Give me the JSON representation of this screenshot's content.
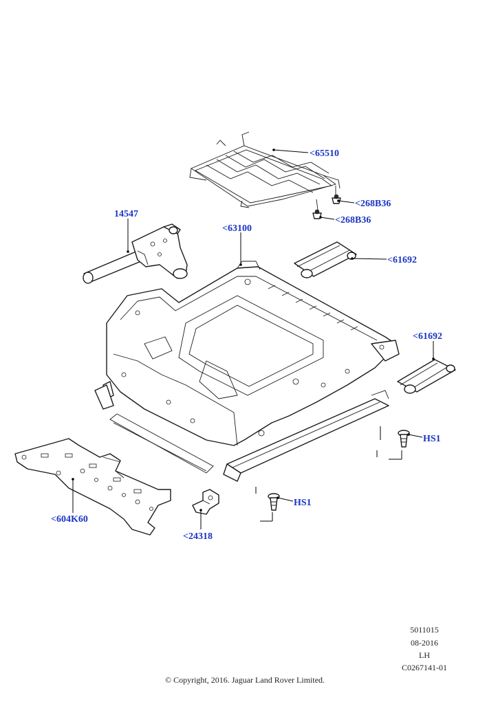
{
  "callouts": {
    "c65510": "<65510",
    "c268b36_upper": "<268B36",
    "c268b36_lower": "<268B36",
    "c14547": "14547",
    "c63100": "<63100",
    "c61692_upper": "<61692",
    "c61692_lower": "<61692",
    "hs1_right": "HS1",
    "hs1_center": "HS1",
    "c604k60": "<604K60",
    "c24318": "<24318"
  },
  "metadata": {
    "code": "5011015",
    "date": "08-2016",
    "side": "LH",
    "reference": "C0267141-01"
  },
  "copyright": "© Copyright, 2016. Jaguar Land Rover Limited.",
  "colors": {
    "callout": "#1a35c4",
    "line": "#000000"
  }
}
